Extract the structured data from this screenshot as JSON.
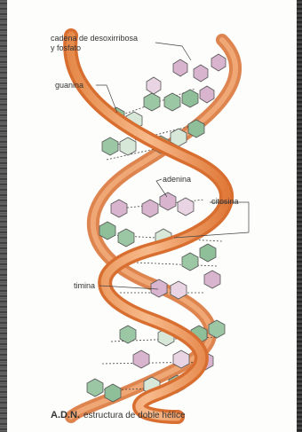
{
  "diagram": {
    "labels": {
      "backbone_line1": "cadena de desoxirribosa",
      "backbone_line2": "y fosfato",
      "guanine": "guanina",
      "adenine": "adenina",
      "cytosine": "citosina",
      "thymine": "timina"
    },
    "caption": {
      "abbreviation": "A.D.N.",
      "text": "estructura de doble hélice"
    },
    "colors": {
      "strand_front": "#f0a060",
      "strand_back": "#e07a3a",
      "purine_green": "#9cc7a4",
      "pyrimidine_pink": "#d8b4cf",
      "base_light": "#d7e8d9",
      "background": "#fdfdfb"
    }
  }
}
